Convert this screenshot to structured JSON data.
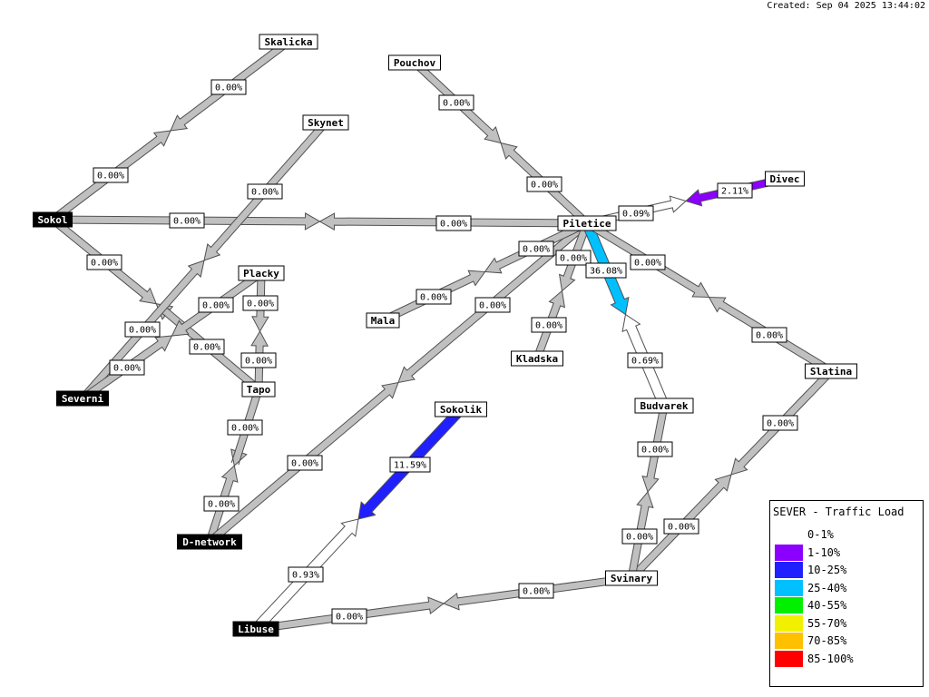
{
  "created": "Created: Sep 04 2025 13:44:02",
  "nodes": [
    {
      "id": "Skalicka",
      "label": "Skalicka",
      "style": "light"
    },
    {
      "id": "Pouchov",
      "label": "Pouchov",
      "style": "light"
    },
    {
      "id": "Skynet",
      "label": "Skynet",
      "style": "light"
    },
    {
      "id": "Divec",
      "label": "Divec",
      "style": "light"
    },
    {
      "id": "Sokol",
      "label": "Sokol",
      "style": "dark"
    },
    {
      "id": "Piletice",
      "label": "Piletice",
      "style": "light"
    },
    {
      "id": "Placky",
      "label": "Placky",
      "style": "light"
    },
    {
      "id": "Mala",
      "label": "Mala",
      "style": "light"
    },
    {
      "id": "Kladska",
      "label": "Kladska",
      "style": "light"
    },
    {
      "id": "Slatina",
      "label": "Slatina",
      "style": "light"
    },
    {
      "id": "Severni",
      "label": "Severni",
      "style": "dark"
    },
    {
      "id": "Tapo",
      "label": "Tapo",
      "style": "light"
    },
    {
      "id": "Budvarek",
      "label": "Budvarek",
      "style": "light"
    },
    {
      "id": "Sokolik",
      "label": "Sokolik",
      "style": "light"
    },
    {
      "id": "D-network",
      "label": "D-network",
      "style": "dark"
    },
    {
      "id": "Svinary",
      "label": "Svinary",
      "style": "light"
    },
    {
      "id": "Libuse",
      "label": "Libuse",
      "style": "dark"
    }
  ],
  "links": [
    {
      "name": "sokol-skalicka",
      "a": "Sokol",
      "b": "Skalicka",
      "out": "0.00%",
      "in": "0.00%",
      "out_load": 0.0,
      "in_load": 0.0
    },
    {
      "name": "sokol-piletice",
      "a": "Sokol",
      "b": "Piletice",
      "out": "0.00%",
      "in": "0.00%",
      "out_load": 0.0,
      "in_load": 0.0
    },
    {
      "name": "sokol-tapo",
      "a": "Sokol",
      "b": "Tapo",
      "out": "0.00%",
      "in": "0.00%",
      "out_load": 0.0,
      "in_load": 0.0
    },
    {
      "name": "severni-skynet",
      "a": "Severni",
      "b": "Skynet",
      "out": "0.00%",
      "in": "0.00%",
      "out_load": 0.0,
      "in_load": 0.0
    },
    {
      "name": "severni-placky",
      "a": "Severni",
      "b": "Placky",
      "out": "0.00%",
      "in": "0.00%",
      "out_load": 0.0,
      "in_load": 0.0
    },
    {
      "name": "placky-tapo",
      "a": "Placky",
      "b": "Tapo",
      "out": "0.00%",
      "in": "0.00%",
      "out_load": 0.0,
      "in_load": 0.0
    },
    {
      "name": "tapo-dnetwork",
      "a": "Tapo",
      "b": "D-network",
      "out": "0.00%",
      "in": "0.00%",
      "out_load": 0.0,
      "in_load": 0.0
    },
    {
      "name": "dnetwork-piletice",
      "a": "D-network",
      "b": "Piletice",
      "out": "0.00%",
      "in": "0.00%",
      "out_load": 0.0,
      "in_load": 0.0
    },
    {
      "name": "pouchov-piletice",
      "a": "Pouchov",
      "b": "Piletice",
      "out": "0.00%",
      "in": "0.00%",
      "out_load": 0.0,
      "in_load": 0.0
    },
    {
      "name": "piletice-divec",
      "a": "Piletice",
      "b": "Divec",
      "out": "0.09%",
      "in": "2.11%",
      "out_load": 0.09,
      "in_load": 2.11
    },
    {
      "name": "piletice-mala",
      "a": "Piletice",
      "b": "Mala",
      "out": "0.00%",
      "in": "0.00%",
      "out_load": 0.0,
      "in_load": 0.0
    },
    {
      "name": "piletice-kladska",
      "a": "Piletice",
      "b": "Kladska",
      "out": "0.00%",
      "in": "0.00%",
      "out_load": 0.0,
      "in_load": 0.0
    },
    {
      "name": "piletice-budvarek",
      "a": "Piletice",
      "b": "Budvarek",
      "out": "36.08%",
      "in": "0.69%",
      "out_load": 36.08,
      "in_load": 0.69
    },
    {
      "name": "piletice-slatina",
      "a": "Piletice",
      "b": "Slatina",
      "out": "0.00%",
      "in": "0.00%",
      "out_load": 0.0,
      "in_load": 0.0
    },
    {
      "name": "slatina-svinary",
      "a": "Slatina",
      "b": "Svinary",
      "out": "0.00%",
      "in": "0.00%",
      "out_load": 0.0,
      "in_load": 0.0
    },
    {
      "name": "budvarek-svinary",
      "a": "Budvarek",
      "b": "Svinary",
      "out": "0.00%",
      "in": "0.00%",
      "out_load": 0.0,
      "in_load": 0.0
    },
    {
      "name": "sokolik-libuse",
      "a": "Sokolik",
      "b": "Libuse",
      "out": "11.59%",
      "in": "0.93%",
      "out_load": 11.59,
      "in_load": 0.93
    },
    {
      "name": "svinary-libuse",
      "a": "Svinary",
      "b": "Libuse",
      "out": "0.00%",
      "in": "0.00%",
      "out_load": 0.0,
      "in_load": 0.0
    }
  ],
  "legend": {
    "title": "SEVER - Traffic Load",
    "items": [
      {
        "label": "0-1%",
        "color": "#ffffff"
      },
      {
        "label": "1-10%",
        "color": "#8c00ff"
      },
      {
        "label": "10-25%",
        "color": "#2020ff"
      },
      {
        "label": "25-40%",
        "color": "#00c0ff"
      },
      {
        "label": "40-55%",
        "color": "#00f000"
      },
      {
        "label": "55-70%",
        "color": "#f0f000"
      },
      {
        "label": "70-85%",
        "color": "#ffc000"
      },
      {
        "label": "85-100%",
        "color": "#ff0000"
      }
    ],
    "zero_color": "#c0c0c0"
  }
}
